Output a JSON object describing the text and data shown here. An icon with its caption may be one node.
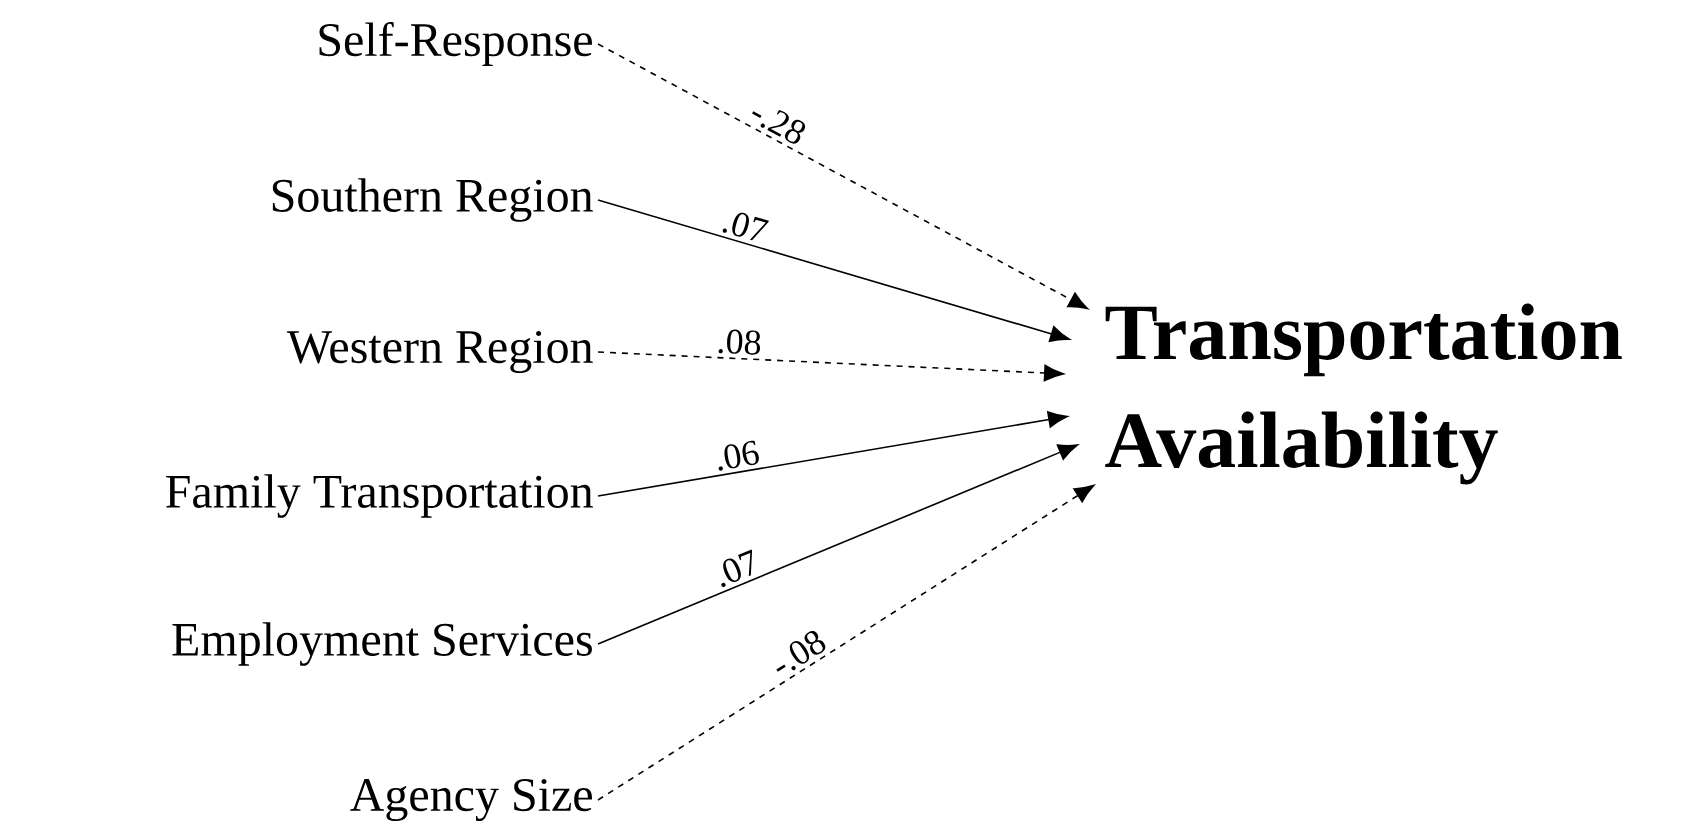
{
  "diagram": {
    "nodes": [
      {
        "text": [
          "Self-Response"
        ]
      },
      {
        "text": [
          "Southern Region"
        ]
      },
      {
        "text": [
          "Western Region"
        ]
      },
      {
        "text": [
          "Family Transportation"
        ]
      },
      {
        "text": [
          "Employment Services"
        ]
      },
      {
        "text": [
          "Agency Size"
        ]
      },
      {
        "text": [
          "Transportation Availability"
        ]
      }
    ],
    "edges": [
      {
        "from": 0,
        "to": 6,
        "arrow": "to",
        "label": "-.28",
        "style": "dashed"
      },
      {
        "from": 1,
        "to": 6,
        "arrow": "to",
        "label": ".07"
      },
      {
        "from": 2,
        "to": 6,
        "arrow": "to",
        "label": ".08",
        "style": "dashed"
      },
      {
        "from": 3,
        "to": 6,
        "arrow": "to",
        "label": ".06"
      },
      {
        "from": 4,
        "to": 6,
        "arrow": "to",
        "label": ".07"
      },
      {
        "from": 5,
        "to": 6,
        "arrow": "to",
        "label": "-.08",
        "style": "dashed"
      }
    ]
  }
}
